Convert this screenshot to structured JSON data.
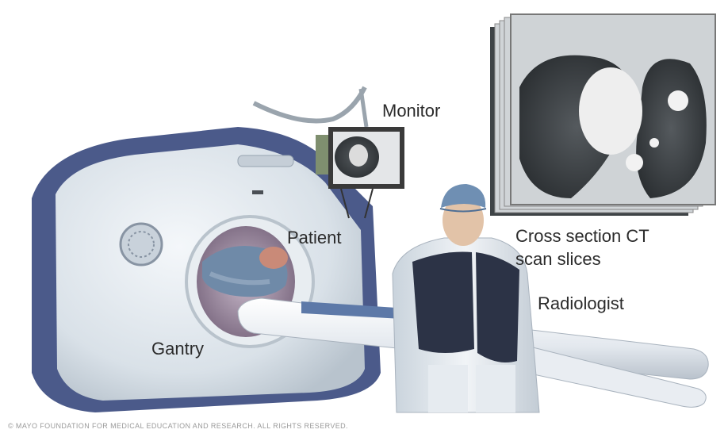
{
  "labels": {
    "monitor": "Monitor",
    "patient": "Patient",
    "cross_section_line1": "Cross section CT",
    "cross_section_line2": "scan slices",
    "radiologist": "Radiologist",
    "gantry": "Gantry"
  },
  "copyright": "© MAYO FOUNDATION FOR MEDICAL EDUCATION AND RESEARCH. ALL RIGHTS RESERVED.",
  "colors": {
    "gantry_body": "#dfe6ec",
    "gantry_trim": "#4b5a8a",
    "table": "#eef1f5",
    "radiologist_vest": "#2c3346",
    "cap": "#6f8fb3",
    "scan_bg": "#cfd3d6"
  }
}
